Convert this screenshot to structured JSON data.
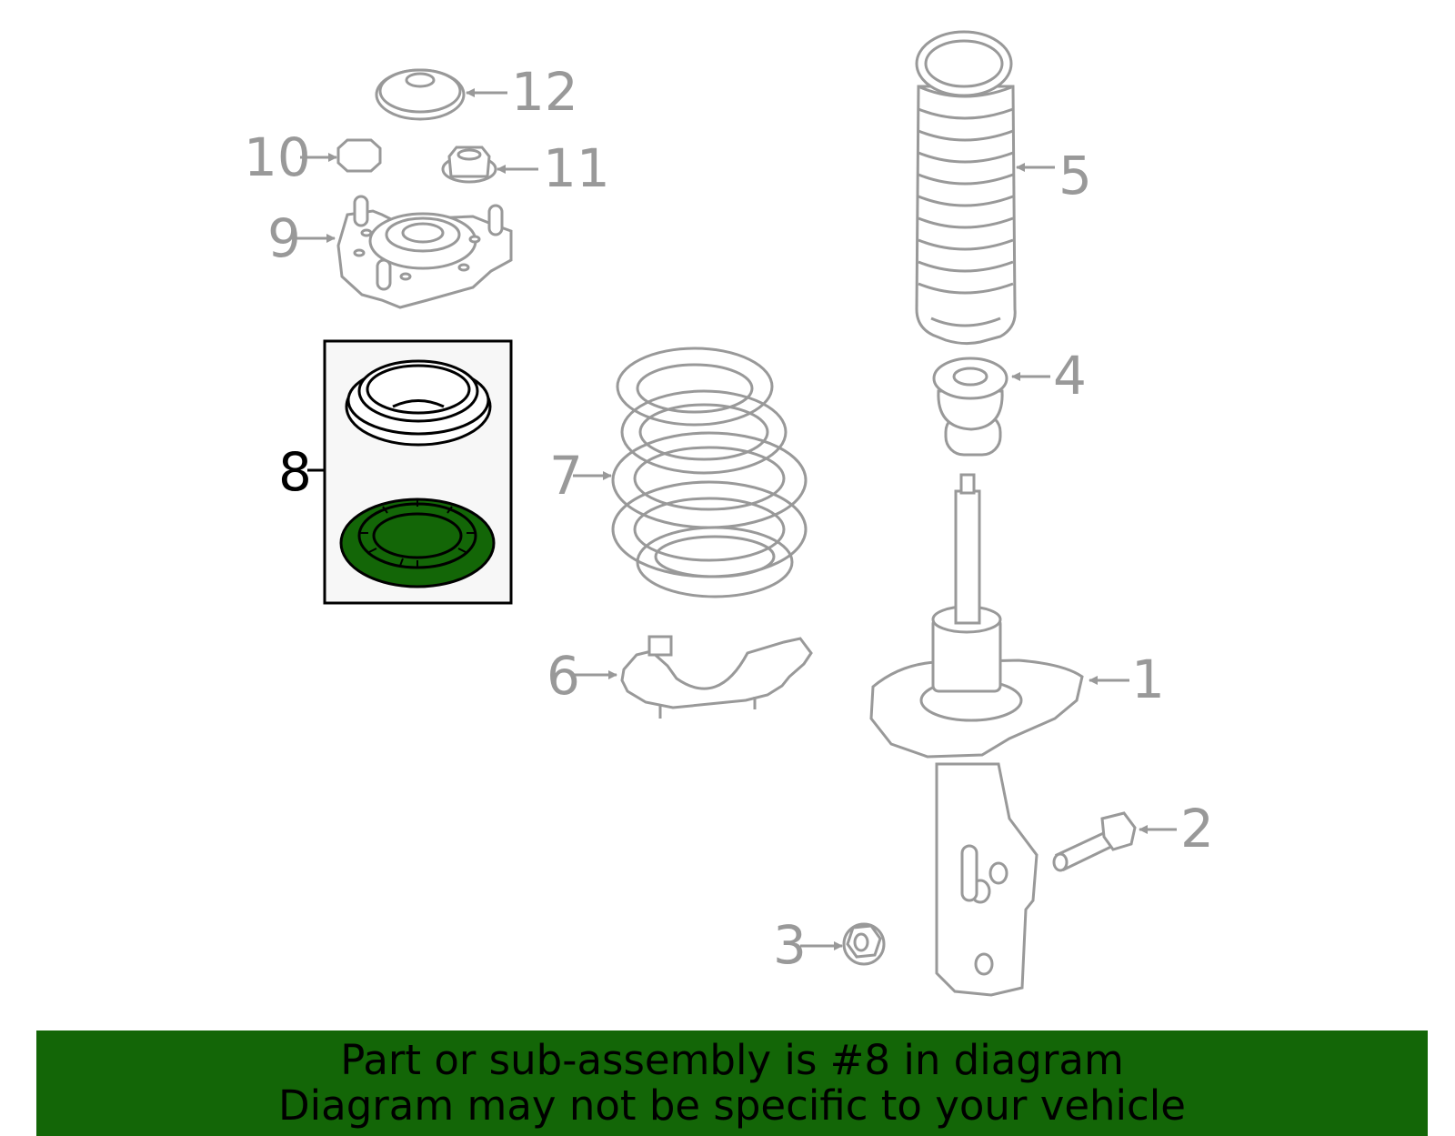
{
  "diagram": {
    "highlighted_part": "8",
    "colors": {
      "part_stroke": "#999999",
      "highlight_fill": "#136607",
      "highlight_stroke": "#000000",
      "highlight_box_bg": "#f7f7f7",
      "banner_bg": "#136607",
      "banner_text": "#000000"
    },
    "callouts": [
      {
        "number": "1",
        "part": "strut-assembly"
      },
      {
        "number": "2",
        "part": "bolt"
      },
      {
        "number": "3",
        "part": "nut"
      },
      {
        "number": "4",
        "part": "bump-stop"
      },
      {
        "number": "5",
        "part": "dust-boot"
      },
      {
        "number": "6",
        "part": "spring-seat-lower"
      },
      {
        "number": "7",
        "part": "coil-spring"
      },
      {
        "number": "8",
        "part": "bearing-and-insulator-kit"
      },
      {
        "number": "9",
        "part": "strut-mount"
      },
      {
        "number": "10",
        "part": "washer"
      },
      {
        "number": "11",
        "part": "flange-nut"
      },
      {
        "number": "12",
        "part": "cap"
      }
    ]
  },
  "banner": {
    "line1": "Part or sub-assembly is #8 in diagram",
    "line2": "Diagram may not be specific to your vehicle"
  }
}
